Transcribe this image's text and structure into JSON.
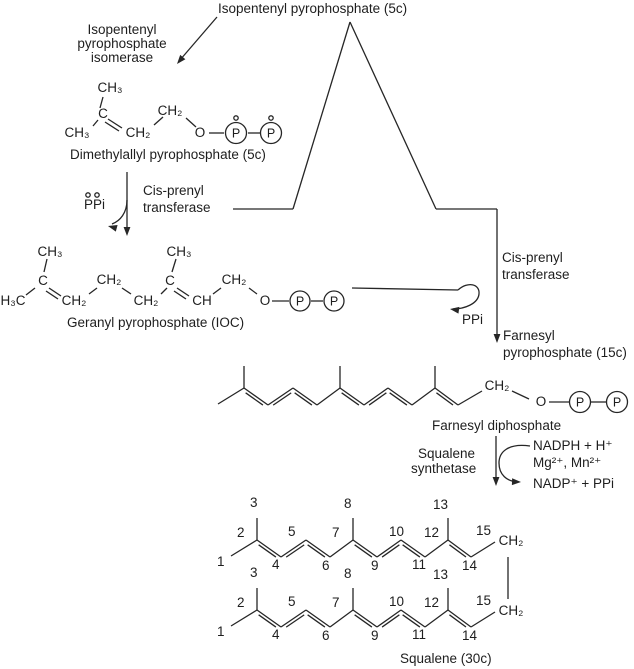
{
  "diagram": {
    "colors": {
      "background": "#ffffff",
      "ink": "#262626"
    },
    "title": "Isopentenyl pyrophosphate (5c)",
    "enzymes": {
      "isomerase": [
        "Isopentenyl",
        "pyrophosphate",
        "isomerase"
      ],
      "cis_prenyl_1": [
        "Cis-prenyl",
        "transferase"
      ],
      "cis_prenyl_2": [
        "Cis-prenyl",
        "transferase"
      ],
      "squalene_synthetase": [
        "Squalene",
        "synthetase"
      ]
    },
    "byproducts": {
      "ppi_left": "PPi",
      "ppi_right": "PPi"
    },
    "cofactors": {
      "in": "NADPH + H⁺",
      "metals": "Mg²⁺, Mn²⁺",
      "out": "NADP⁺ + PPi"
    },
    "compounds": {
      "dmapp": "Dimethylallyl pyrophosphate (5c)",
      "geranyl": "Geranyl pyrophosphate (IOC)",
      "farnesyl_pp_line1": "Farnesyl",
      "farnesyl_pp_line2": "pyrophosphate (15c)",
      "farnesyl_dp": "Farnesyl diphosphate",
      "squalene": "Squalene (30c)"
    },
    "structures": {
      "dmapp": [
        "CH₃",
        "C",
        "CH₃",
        "CH₂",
        "CH₂",
        "O",
        "P",
        "P"
      ],
      "geranyl": [
        "CH₃",
        "H₃C",
        "C",
        "CH₂",
        "CH₂",
        "CH₂",
        "CH₃",
        "C",
        "CH",
        "CH₂",
        "O",
        "P",
        "P"
      ],
      "farnesyl": [
        "CH₂",
        "O",
        "P",
        "P"
      ],
      "squalene_ch2": "CH₂",
      "squalene_numbers": [
        "1",
        "2",
        "3",
        "4",
        "5",
        "6",
        "7",
        "8",
        "9",
        "10",
        "11",
        "12",
        "13",
        "14",
        "15"
      ]
    }
  }
}
